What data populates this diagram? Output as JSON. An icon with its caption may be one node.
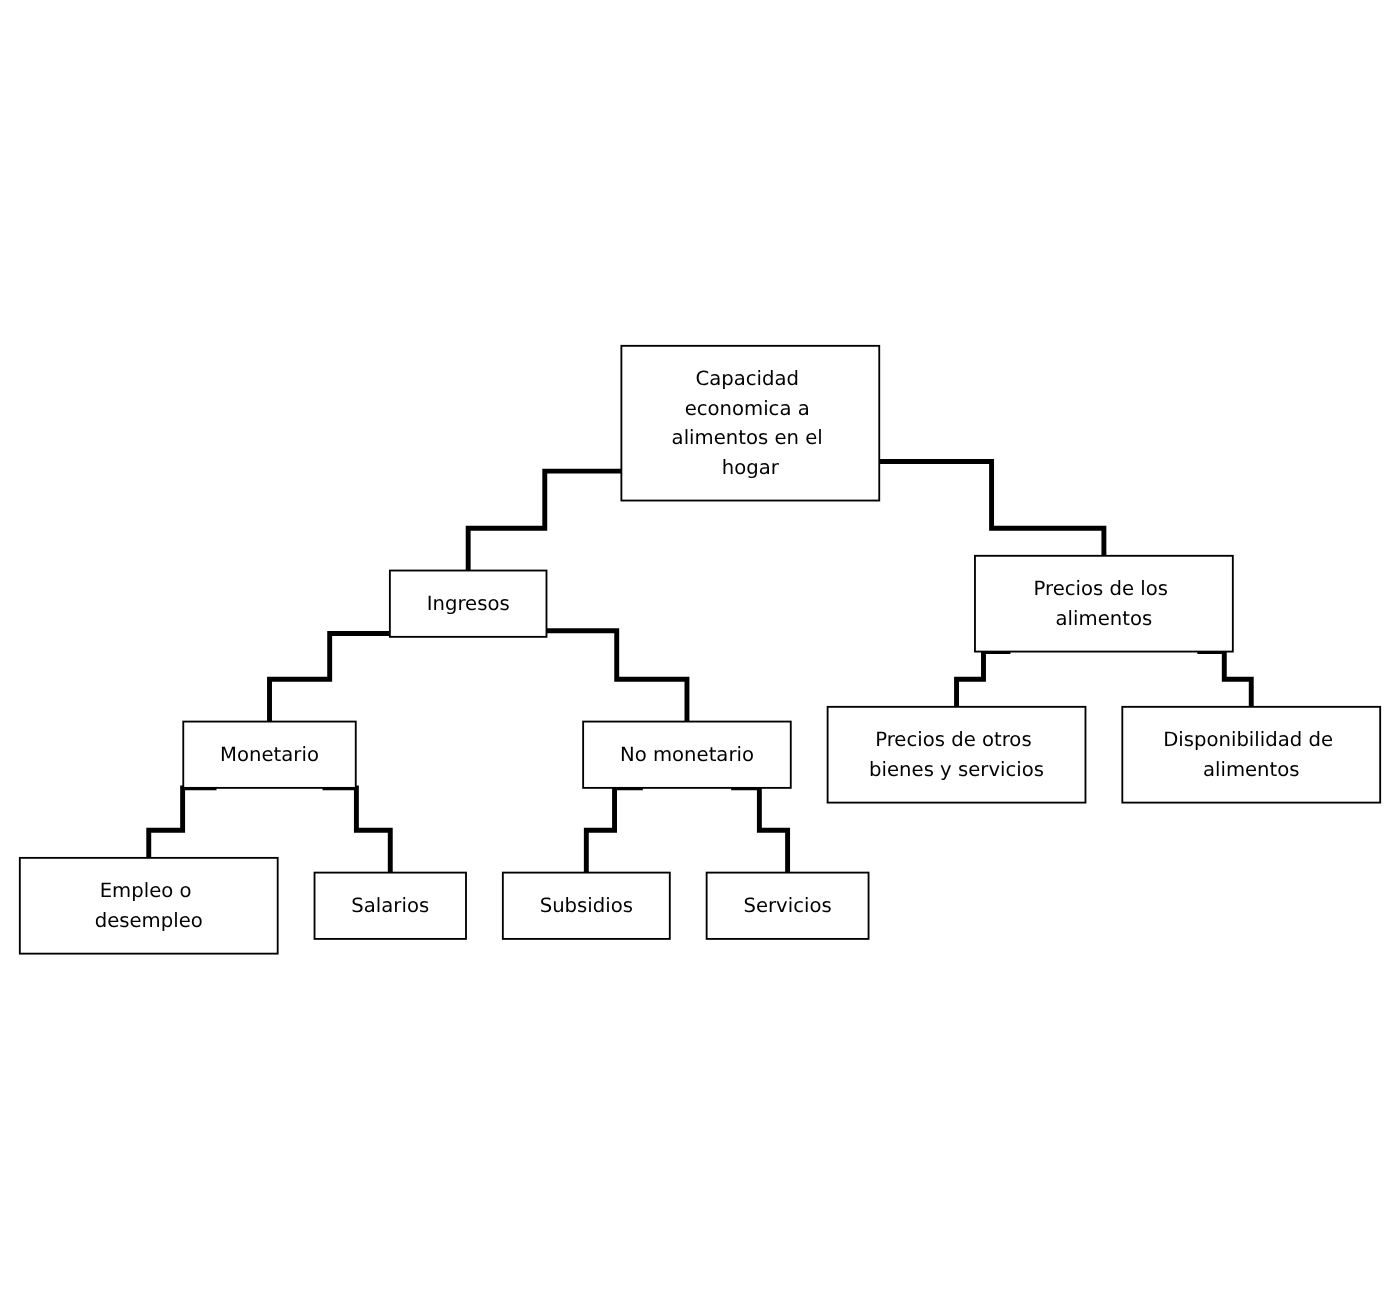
{
  "diagram": {
    "nodes": [
      {
        "text": [
          "Capacidad economica a alimentos en el hogar"
        ]
      },
      {
        "text": [
          "Ingresos"
        ]
      },
      {
        "text": [
          "Precios de los alimentos"
        ]
      },
      {
        "text": [
          "Monetario"
        ]
      },
      {
        "text": [
          "No monetario"
        ]
      },
      {
        "text": [
          "Empleo o desempleo"
        ]
      },
      {
        "text": [
          "Salarios"
        ]
      },
      {
        "text": [
          "Subsidios"
        ]
      },
      {
        "text": [
          "Servicios"
        ]
      },
      {
        "text": [
          "Precios de otros bienes y servicios"
        ]
      },
      {
        "text": [
          "Disponibilidad de alimentos"
        ]
      }
    ],
    "edges": [
      {
        "from": 0,
        "to": 1,
        "arrow": "none"
      },
      {
        "from": 0,
        "to": 2,
        "arrow": "none"
      },
      {
        "from": 1,
        "to": 3,
        "arrow": "none"
      },
      {
        "from": 1,
        "to": 4,
        "arrow": "none"
      },
      {
        "from": 3,
        "to": 5,
        "arrow": "none"
      },
      {
        "from": 3,
        "to": 6,
        "arrow": "none"
      },
      {
        "from": 4,
        "to": 7,
        "arrow": "none"
      },
      {
        "from": 4,
        "to": 8,
        "arrow": "none"
      },
      {
        "from": 2,
        "to": 9,
        "arrow": "none"
      },
      {
        "from": 2,
        "to": 10,
        "arrow": "none"
      }
    ]
  }
}
